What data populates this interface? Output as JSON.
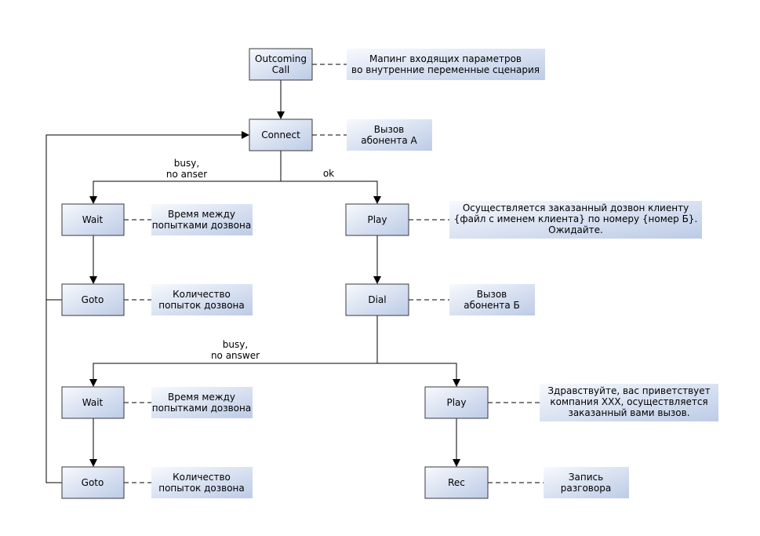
{
  "nodes": {
    "outcoming_call": [
      "Outcoming",
      "Call"
    ],
    "connect": [
      "Connect"
    ],
    "wait_1": [
      "Wait"
    ],
    "goto_1": [
      "Goto"
    ],
    "play_1": [
      "Play"
    ],
    "dial": [
      "Dial"
    ],
    "wait_2": [
      "Wait"
    ],
    "goto_2": [
      "Goto"
    ],
    "play_2": [
      "Play"
    ],
    "rec": [
      "Rec"
    ]
  },
  "notes": {
    "mapping": [
      "Мапинг входящих параметров",
      "во внутренние переменные сценария"
    ],
    "call_a": [
      "Вызов",
      "абонента А"
    ],
    "wait_1": [
      "Время между",
      "попытками дозвона"
    ],
    "goto_1": [
      "Количество",
      "попыток дозвона"
    ],
    "play_1": [
      "Осуществляется заказанный дозвон клиенту",
      "{файл с именем клиента} по номеру {номер Б}.",
      "Ожидайте."
    ],
    "call_b": [
      "Вызов",
      "абонента Б"
    ],
    "wait_2": [
      "Время между",
      "попытками дозвона"
    ],
    "goto_2": [
      "Количество",
      "попыток дозвона"
    ],
    "play_2": [
      "Здравствуйте, вас приветствует",
      "компания XXX, осуществляется",
      "заказанный вами вызов."
    ],
    "rec": [
      "Запись",
      "разговора"
    ]
  },
  "edge_labels": {
    "busy_no_anser": [
      "busy,",
      "no anser"
    ],
    "ok": [
      "ok"
    ],
    "busy_no_answer": [
      "busy,",
      "no answer"
    ]
  },
  "colors": {
    "node_fill_start": "#f7f9fd",
    "node_fill_end": "#bccbe6",
    "border": "#3a3a3a",
    "line": "#000000"
  }
}
